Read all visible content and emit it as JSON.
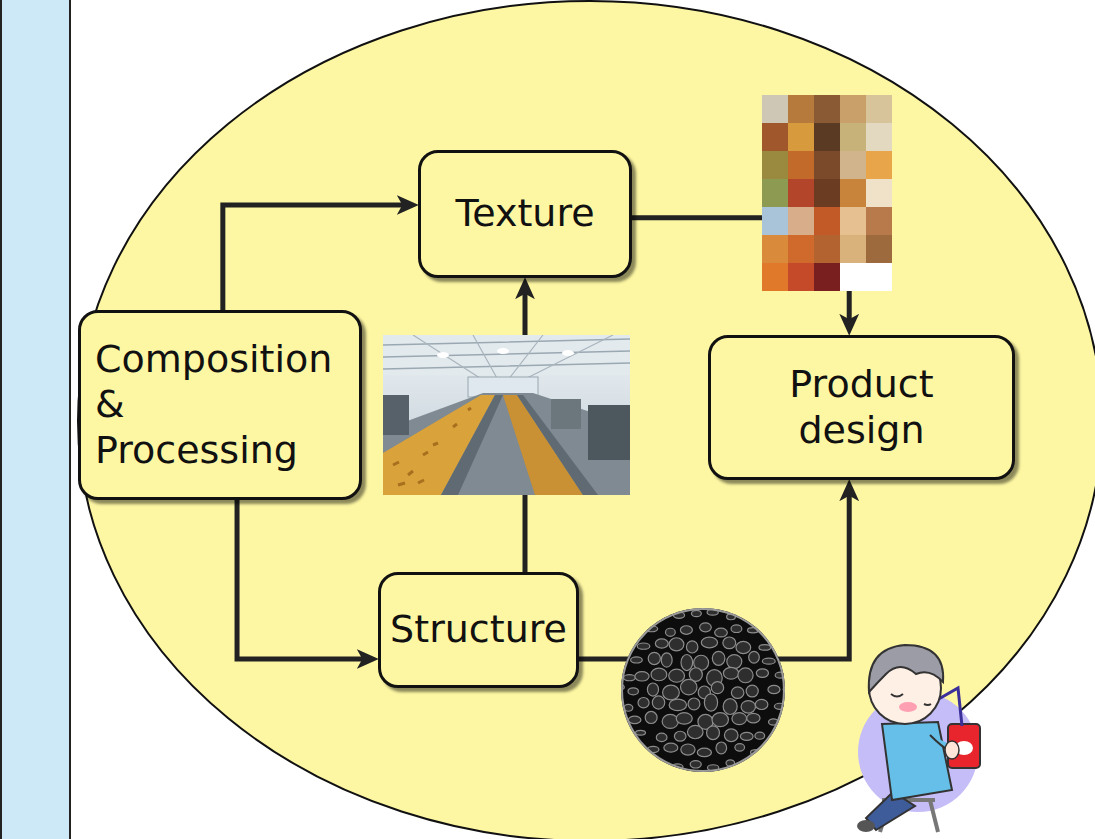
{
  "diagram": {
    "nodes": [
      {
        "text": [
          "Texture"
        ]
      },
      {
        "text": [
          "Composition & Processing"
        ]
      },
      {
        "text": [
          "Product design"
        ]
      },
      {
        "text": [
          "Structure"
        ]
      }
    ],
    "edges": [
      {
        "from": 1,
        "to": 0,
        "arrow": "to"
      },
      {
        "from": 1,
        "to": 3,
        "arrow": "to"
      },
      {
        "from": 3,
        "to": 0,
        "arrow": "to"
      },
      {
        "from": 0,
        "to": 2,
        "arrow": "to"
      },
      {
        "from": 3,
        "to": 2,
        "arrow": "to"
      }
    ]
  }
}
